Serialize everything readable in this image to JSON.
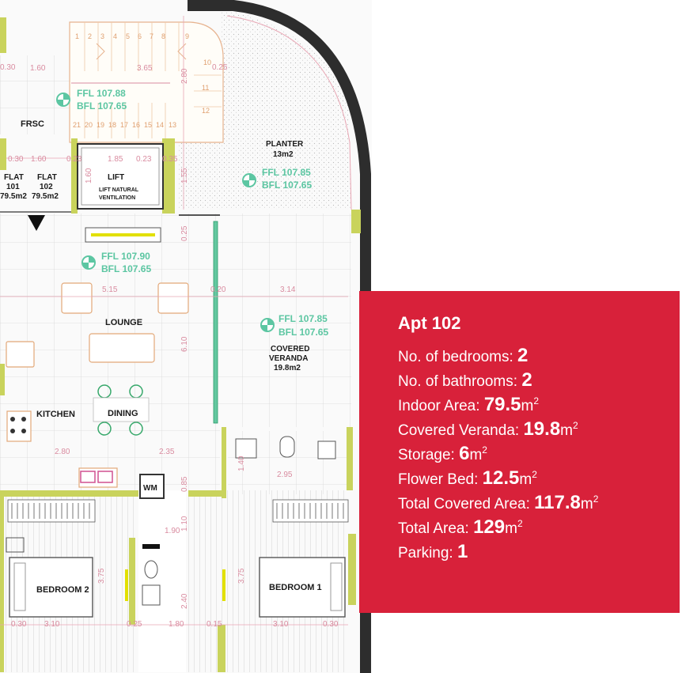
{
  "rooms": {
    "frsc": "FRSC",
    "flat_label_a": "FLAT",
    "flat_num_a": "101",
    "flat_area_a": "79.5m2",
    "flat_label_b": "FLAT",
    "flat_num_b": "102",
    "flat_area_b": "79.5m2",
    "lift": "LIFT",
    "lift_vent_1": "LIFT NATURAL",
    "lift_vent_2": "VENTILATION",
    "planter": "PLANTER",
    "planter_area": "13m2",
    "lounge": "LOUNGE",
    "kitchen": "KITCHEN",
    "dining": "DINING",
    "covered_1": "COVERED",
    "covered_2": "VERANDA",
    "covered_area": "19.8m2",
    "wm": "WM",
    "bedroom2": "BEDROOM 2",
    "bedroom1": "BEDROOM 1"
  },
  "levels": {
    "stair_ffl": "FFL 107.88",
    "stair_bfl": "BFL 107.65",
    "planter_ffl": "FFL 107.85",
    "planter_bfl": "BFL 107.65",
    "lounge_ffl": "FFL 107.90",
    "lounge_bfl": "BFL 107.65",
    "veranda_ffl": "FFL 107.85",
    "veranda_bfl": "BFL 107.65"
  },
  "dims": {
    "d_1_60_top": "1.60",
    "d_3_65": "3.65",
    "d_2_80_stair": "2.80",
    "d_0_25_stair": "0.25",
    "d_0_30": "0.30",
    "d_1_60": "1.60",
    "d_0_23_a": "0.23",
    "d_1_85": "1.85",
    "d_0_23_b": "0.23",
    "d_0_35": "0.35",
    "d_1_60_lift": "1.60",
    "d_1_55": "1.55",
    "d_0_25_b": "0.25",
    "d_5_15": "5.15",
    "d_0_20": "0.20",
    "d_3_14": "3.14",
    "d_6_10": "6.10",
    "d_2_80": "2.80",
    "d_2_35": "2.35",
    "d_1_40": "1.40",
    "d_2_95": "2.95",
    "d_0_85": "0.85",
    "d_1_90": "1.90",
    "d_1_10": "1.10",
    "d_3_75_a": "3.75",
    "d_3_75_b": "3.75",
    "d_2_40": "2.40",
    "d_0_30_b": "0.30",
    "d_3_10_a": "3.10",
    "d_0_25_c": "0.25",
    "d_1_80": "1.80",
    "d_0_15": "0.15",
    "d_3_10_b": "3.10",
    "d_0_30_c": "0.30",
    "d_0_30_d": "0.30"
  },
  "stairs": {
    "top": [
      "1",
      "2",
      "3",
      "4",
      "5",
      "6",
      "7",
      "8",
      "9"
    ],
    "side": [
      "10",
      "11",
      "12"
    ],
    "bottom": [
      "21",
      "20",
      "19",
      "18",
      "17",
      "16",
      "15",
      "14",
      "13"
    ]
  },
  "info": {
    "title": "Apt 102",
    "bedrooms_label": "No. of bedrooms:",
    "bedrooms_value": "2",
    "bathrooms_label": "No. of bathrooms:",
    "bathrooms_value": "2",
    "indoor_label": "Indoor Area:",
    "indoor_value": "79.5",
    "veranda_label": "Covered Veranda:",
    "veranda_value": "19.8",
    "storage_label": "Storage:",
    "storage_value": "6",
    "flower_label": "Flower Bed:",
    "flower_value": "12.5",
    "total_covered_label": "Total Covered Area:",
    "total_covered_value": "117.8",
    "total_label": "Total Area:",
    "total_value": "129",
    "parking_label": "Parking:",
    "parking_value": "1",
    "unit": "m",
    "unit_power": "2"
  },
  "colors": {
    "panel": "#d8213a",
    "wall": "#333333",
    "column": "#c9d35c",
    "level_text": "#5cc6a2",
    "dimension_text": "#d98ca0"
  }
}
